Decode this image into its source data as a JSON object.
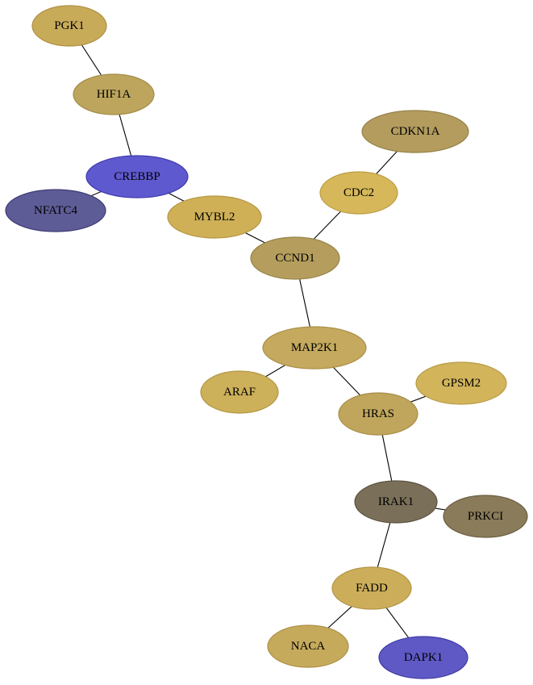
{
  "network": {
    "nodes": [
      {
        "id": "PGK1",
        "label": "PGK1",
        "fill": "#c8ab59",
        "stroke": "#b09044"
      },
      {
        "id": "HIF1A",
        "label": "HIF1A",
        "fill": "#bda55d",
        "stroke": "#a48c47"
      },
      {
        "id": "CREBBP",
        "label": "CREBBP",
        "fill": "#5f59cf",
        "stroke": "#3f3aad"
      },
      {
        "id": "NFATC4",
        "label": "NFATC4",
        "fill": "#5e5c96",
        "stroke": "#3e3c76"
      },
      {
        "id": "MYBL2",
        "label": "MYBL2",
        "fill": "#cfb057",
        "stroke": "#b59642"
      },
      {
        "id": "CDKN1A",
        "label": "CDKN1A",
        "fill": "#b39c5e",
        "stroke": "#968248"
      },
      {
        "id": "CDC2",
        "label": "CDC2",
        "fill": "#d6b75a",
        "stroke": "#bc9c44"
      },
      {
        "id": "CCND1",
        "label": "CCND1",
        "fill": "#b59e5d",
        "stroke": "#978347"
      },
      {
        "id": "MAP2K1",
        "label": "MAP2K1",
        "fill": "#c4a95e",
        "stroke": "#aa8f48"
      },
      {
        "id": "ARAF",
        "label": "ARAF",
        "fill": "#cdb05a",
        "stroke": "#b39644"
      },
      {
        "id": "GPSM2",
        "label": "GPSM2",
        "fill": "#d2b45b",
        "stroke": "#b89a45"
      },
      {
        "id": "HRAS",
        "label": "HRAS",
        "fill": "#c0a65c",
        "stroke": "#a68c46"
      },
      {
        "id": "IRAK1",
        "label": "IRAK1",
        "fill": "#7a6f58",
        "stroke": "#5c5240"
      },
      {
        "id": "PRKCI",
        "label": "PRKCI",
        "fill": "#8a7b5a",
        "stroke": "#6c5e42"
      },
      {
        "id": "FADD",
        "label": "FADD",
        "fill": "#ccae5a",
        "stroke": "#b29444"
      },
      {
        "id": "NACA",
        "label": "NACA",
        "fill": "#c6aa5c",
        "stroke": "#ac9046"
      },
      {
        "id": "DAPK1",
        "label": "DAPK1",
        "fill": "#5f59c5",
        "stroke": "#3f3aa5"
      }
    ],
    "edges": [
      {
        "source": "PGK1",
        "target": "HIF1A"
      },
      {
        "source": "HIF1A",
        "target": "CREBBP"
      },
      {
        "source": "CREBBP",
        "target": "NFATC4"
      },
      {
        "source": "CREBBP",
        "target": "MYBL2"
      },
      {
        "source": "MYBL2",
        "target": "CCND1"
      },
      {
        "source": "CDKN1A",
        "target": "CDC2"
      },
      {
        "source": "CDC2",
        "target": "CCND1"
      },
      {
        "source": "CCND1",
        "target": "MAP2K1"
      },
      {
        "source": "MAP2K1",
        "target": "ARAF"
      },
      {
        "source": "MAP2K1",
        "target": "HRAS"
      },
      {
        "source": "GPSM2",
        "target": "HRAS"
      },
      {
        "source": "HRAS",
        "target": "IRAK1"
      },
      {
        "source": "IRAK1",
        "target": "PRKCI"
      },
      {
        "source": "IRAK1",
        "target": "FADD"
      },
      {
        "source": "FADD",
        "target": "NACA"
      },
      {
        "source": "FADD",
        "target": "DAPK1"
      }
    ]
  }
}
